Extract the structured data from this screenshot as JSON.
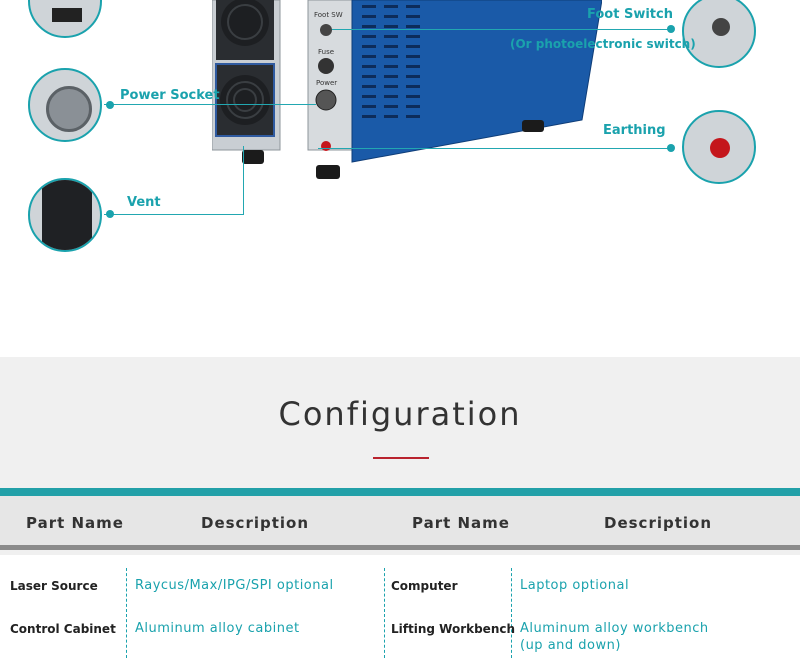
{
  "diagram": {
    "callouts": {
      "foot_switch": "Foot Switch",
      "foot_switch_note": "(Or photoelectronic switch)",
      "power_socket": "Power Socket",
      "earthing": "Earthing",
      "vent": "Vent"
    },
    "panel_labels": {
      "foot_sw": "Foot SW",
      "fuse": "Fuse",
      "power": "Power"
    },
    "colors": {
      "accent": "#1aa2ad",
      "cabinet_blue": "#1a5aa8",
      "panel_silver": "#c9ced3"
    }
  },
  "config": {
    "title": "Configuration",
    "headers": [
      "Part Name",
      "Description",
      "Part Name",
      "Description"
    ],
    "rows": [
      {
        "name1": "Laser Source",
        "desc1": "Raycus/Max/IPG/SPI optional",
        "name2": "Computer",
        "desc2": "Laptop optional"
      },
      {
        "name1": "Control Cabinet",
        "desc1": "Aluminum alloy cabinet",
        "name2": "Lifting Workbench",
        "desc2": "Aluminum alloy workbench",
        "desc2_line2": "(up and down)"
      }
    ],
    "colors": {
      "heading_accent": "#b9232e",
      "table_bar": "#22a0a8"
    }
  }
}
